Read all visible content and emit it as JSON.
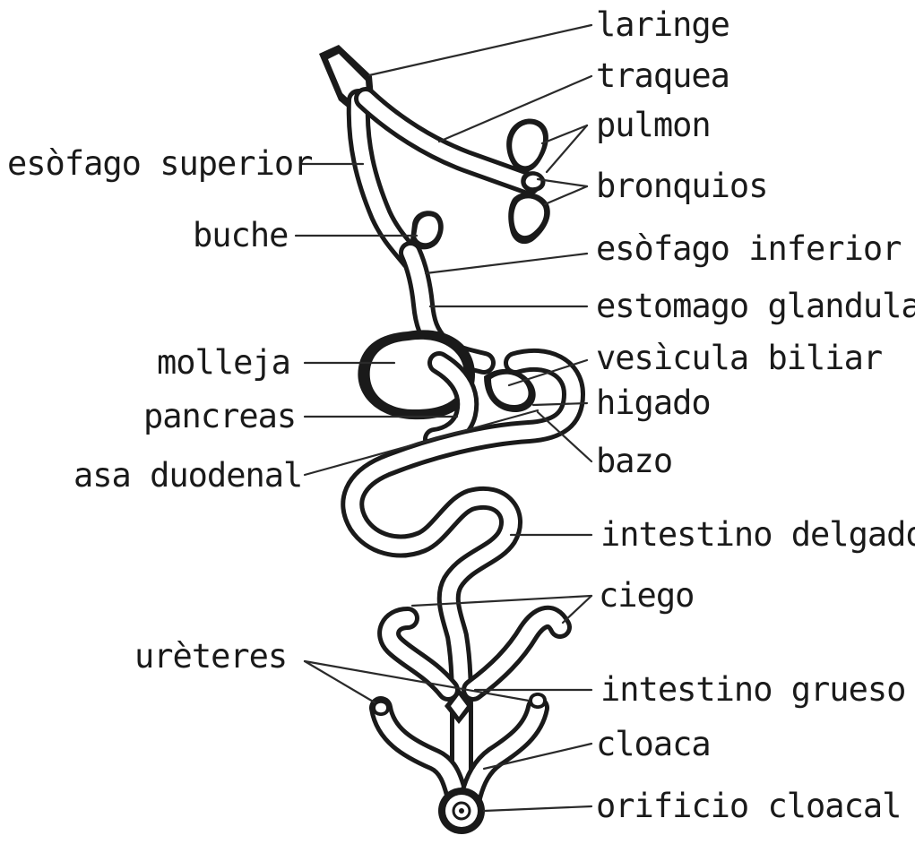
{
  "labels": {
    "laringe": "laringe",
    "traquea": "traquea",
    "pulmon": "pulmon",
    "bronquios": "bronquios",
    "esofago_superior": "esòfago superior",
    "buche": "buche",
    "esofago_inferior": "esòfago inferior",
    "estomago_glandular": "estomago glandular",
    "molleja": "molleja",
    "vesicula_biliar": "vesìcula biliar",
    "pancreas": "pancreas",
    "higado": "higado",
    "asa_duodenal": "asa duodenal",
    "bazo": "bazo",
    "intestino_delgado": "intestino delgado",
    "ciego": "ciego",
    "ureteres": "urèteres",
    "intestino_grueso": "intestino grueso",
    "cloaca": "cloaca",
    "orificio_cloacal": "orificio cloacal"
  }
}
